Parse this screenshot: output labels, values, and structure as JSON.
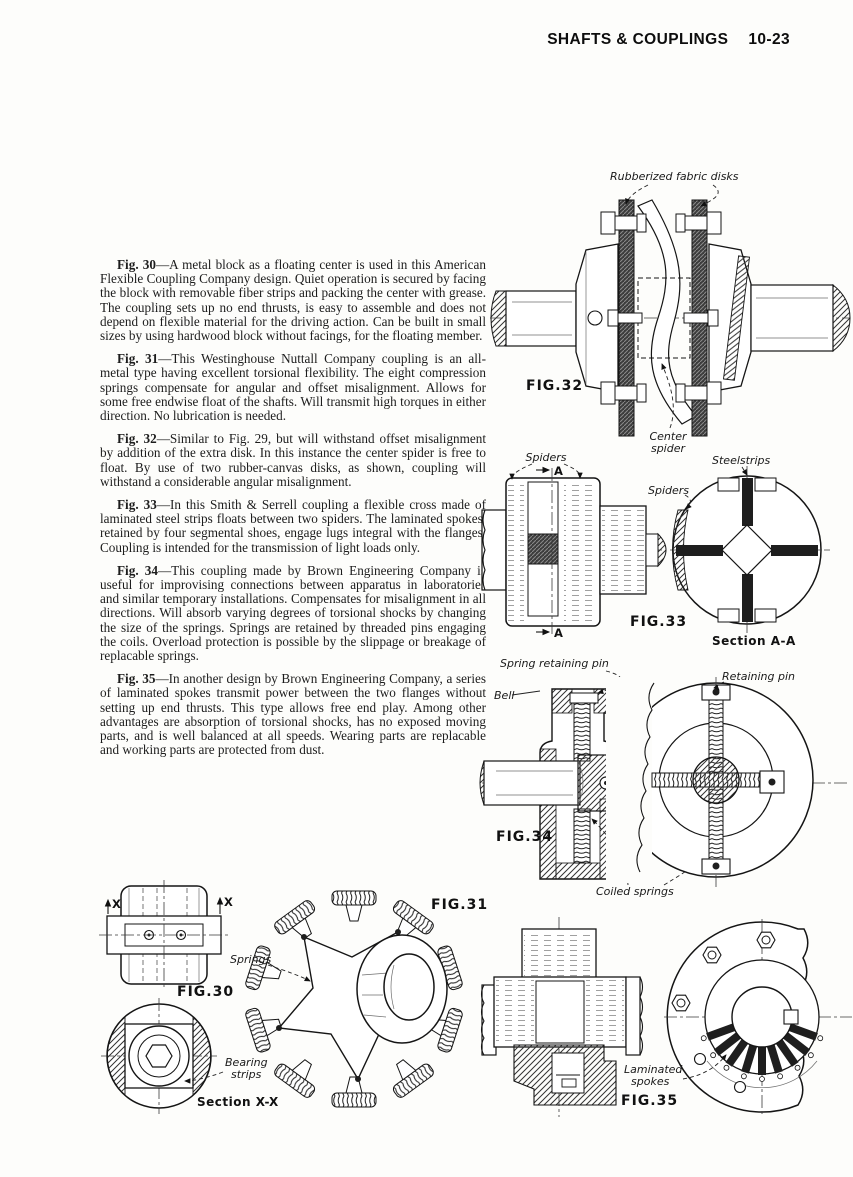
{
  "header": {
    "title": "SHAFTS & COUPLINGS",
    "page_number": "10-23"
  },
  "paragraphs": [
    {
      "lead": "Fig. 30",
      "body": "—A metal block as a floating center is used in this American Flexible Coupling Company design. Quiet operation is secured by facing the block with removable fiber strips and packing the center with grease. The coupling sets up no end thrusts, is easy to assemble and does not depend on flexible material for the driving action. Can be built in small sizes by using hardwood block without facings, for the floating member."
    },
    {
      "lead": "Fig. 31",
      "body": "—This Westinghouse Nuttall Company coupling is an all-metal type having excellent torsional flexibility. The eight compression springs compensate for angular and offset misalignment. Allows for some free endwise float of the shafts. Will transmit high torques in either direction. No lubrication is needed."
    },
    {
      "lead": "Fig. 32",
      "body": "—Similar to Fig. 29, but will withstand offset misalignment by addition of the extra disk. In this instance the center spider is free to float. By use of two rubber-canvas disks, as shown, coupling will withstand a considerable angular misalignment."
    },
    {
      "lead": "Fig. 33",
      "body": "—In this Smith & Serrell coupling a flexible cross made of laminated steel strips floats between two spiders. The laminated spokes, retained by four segmental shoes, engage lugs integral with the flanges. Coupling is intended for the transmission of light loads only."
    },
    {
      "lead": "Fig. 34",
      "body": "—This coupling made by Brown Engineering Company is useful for improvising connections between apparatus in laboratories and similar temporary installations. Compensates for misalignment in all directions. Will absorb varying degrees of torsional shocks by changing the size of the springs. Springs are retained by threaded pins engaging the coils. Overload protection is possible by the slippage or breakage of replacable springs."
    },
    {
      "lead": "Fig. 35",
      "body": "—In another design by Brown Engineering Company, a series of laminated spokes transmit power between the two flanges without setting up end thrusts. This type allows free end play. Among other advantages are absorption of torsional shocks, has no exposed moving parts, and is well balanced at all speeds. Wearing parts are replacable and working parts are protected from dust."
    }
  ],
  "figures": {
    "fig30": {
      "caption": "FIG.30",
      "label_x": "X",
      "label_bearing_1": "Bearing",
      "label_bearing_2": "strips",
      "label_section": "Section X-X"
    },
    "fig31": {
      "caption": "FIG.31",
      "label_springs": "Springs"
    },
    "fig32": {
      "caption": "FIG.32",
      "label_disks": "Rubberized fabric disks",
      "label_center_1": "Center",
      "label_center_2": "spider"
    },
    "fig33": {
      "caption": "FIG.33",
      "label_spiders": "Spiders",
      "label_a": "A",
      "label_steelstrips": "Steelstrips",
      "label_section": "Section A-A"
    },
    "fig34": {
      "caption": "FIG.34",
      "label_spring_pin": "Spring retaining pin",
      "label_bell": "Bell",
      "label_retaining_pin": "Retaining pin",
      "label_coiled": "Coiled springs"
    },
    "fig35": {
      "caption": "FIG.35",
      "label_laminated_1": "Laminated",
      "label_laminated_2": "spokes"
    }
  }
}
